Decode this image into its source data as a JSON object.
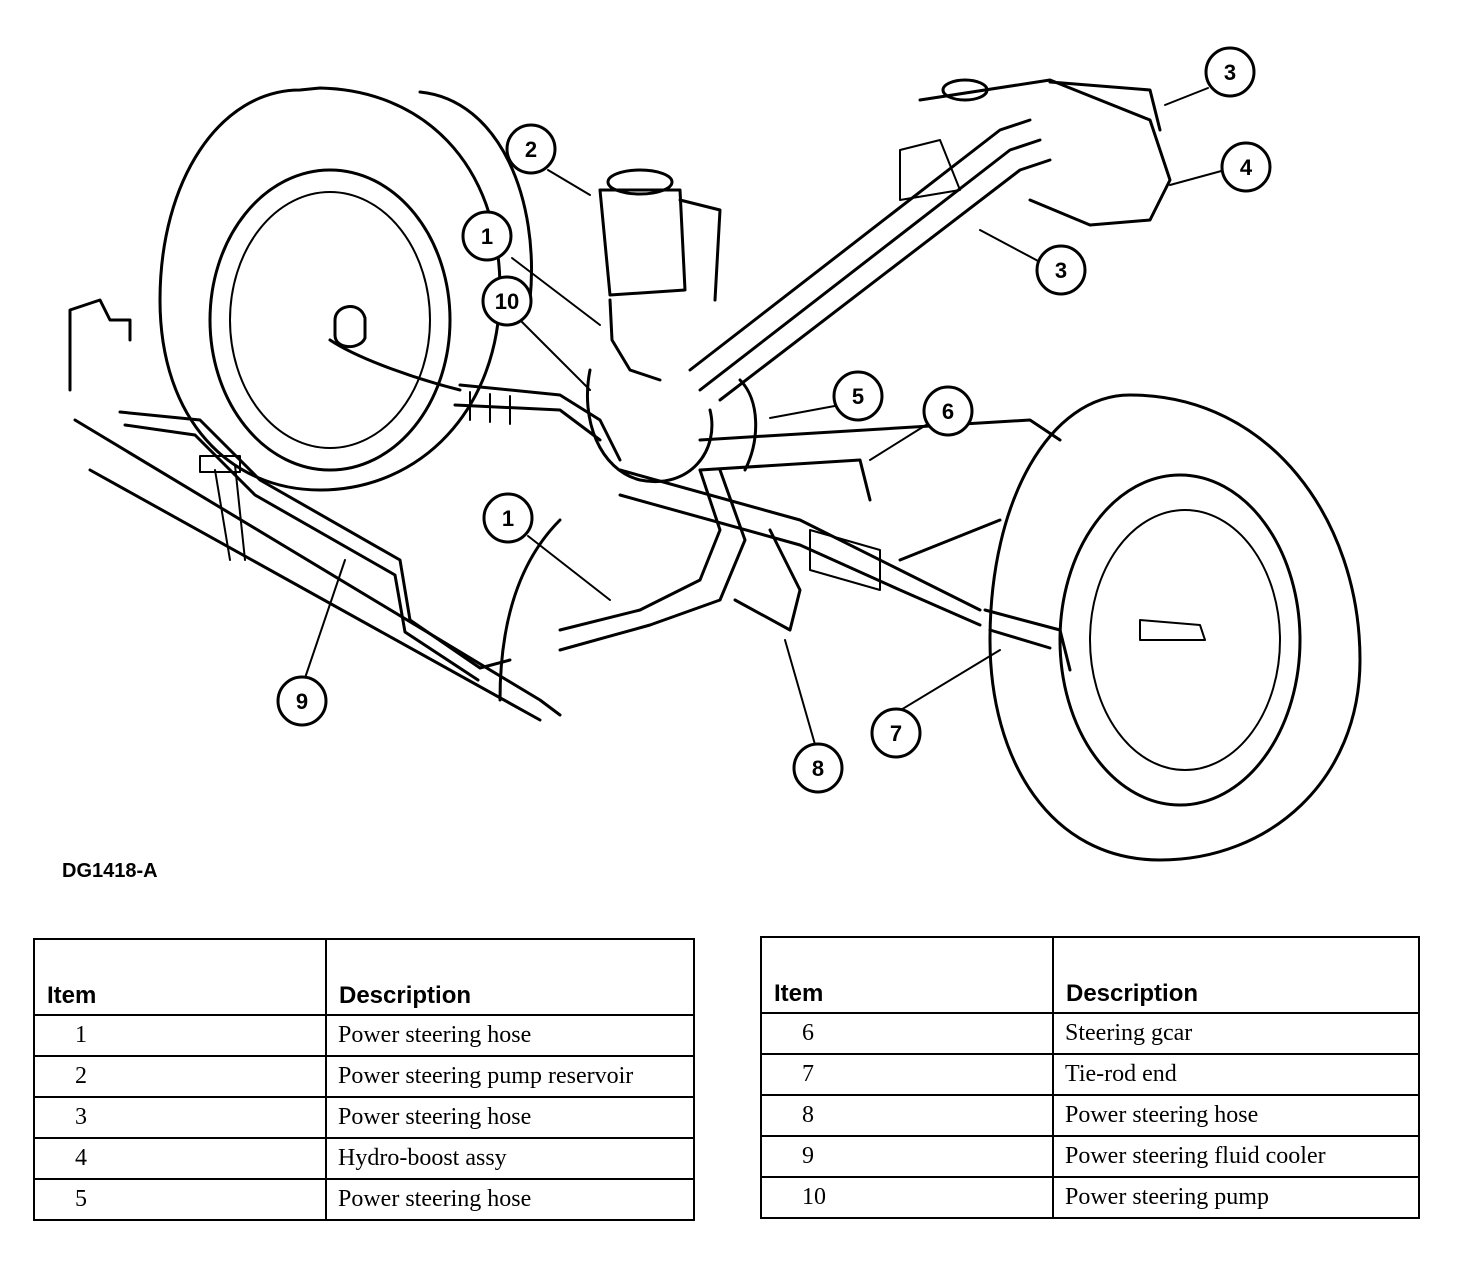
{
  "figure_id": "DG1418-A",
  "callouts": [
    {
      "number": "1"
    },
    {
      "number": "2"
    },
    {
      "number": "10"
    },
    {
      "number": "1"
    },
    {
      "number": "3"
    },
    {
      "number": "4"
    },
    {
      "number": "3"
    },
    {
      "number": "5"
    },
    {
      "number": "6"
    },
    {
      "number": "7"
    },
    {
      "number": "8"
    },
    {
      "number": "9"
    }
  ],
  "legend_left": {
    "headers": {
      "item": "Item",
      "description": "Description"
    },
    "rows": [
      {
        "item": "1",
        "description": "Power steering hose"
      },
      {
        "item": "2",
        "description": "Power steering pump reservoir"
      },
      {
        "item": "3",
        "description": "Power steering hose"
      },
      {
        "item": "4",
        "description": "Hydro-boost assy"
      },
      {
        "item": "5",
        "description": "Power steering hose"
      }
    ]
  },
  "legend_right": {
    "headers": {
      "item": "Item",
      "description": "Description"
    },
    "rows": [
      {
        "item": "6",
        "description": "Steering gcar"
      },
      {
        "item": "7",
        "description": "Tie-rod end"
      },
      {
        "item": "8",
        "description": "Power steering hose"
      },
      {
        "item": "9",
        "description": "Power steering fluid cooler"
      },
      {
        "item": "10",
        "description": "Power steering pump"
      }
    ]
  }
}
